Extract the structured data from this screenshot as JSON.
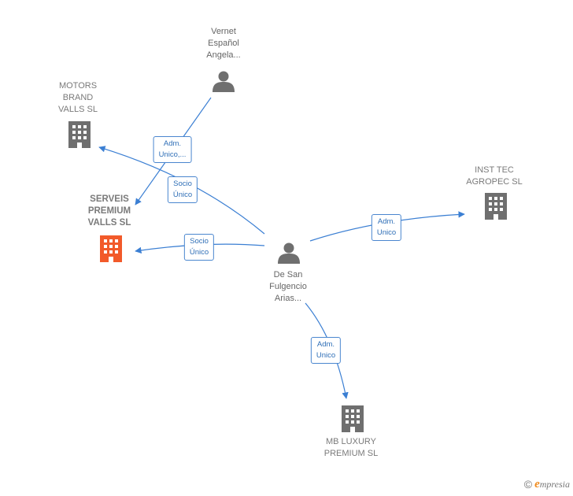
{
  "colors": {
    "edge": "#3b7fd3",
    "person": "#6f6f6f",
    "company": "#6f6f6f",
    "company_highlight": "#f25a2a"
  },
  "nodes": {
    "vernet": {
      "label": "Vernet\nEspañol\nAngela...",
      "type": "person-icon"
    },
    "motors": {
      "label": "MOTORS\nBRAND\nVALLS  SL",
      "type": "building-icon"
    },
    "serveis": {
      "label": "SERVEIS\nPREMIUM\nVALLS  SL",
      "type": "building-icon"
    },
    "center": {
      "label": "De San\nFulgencio\nArias...",
      "type": "person-icon"
    },
    "inst": {
      "label": "INST TEC\nAGROPEC  SL",
      "type": "building-icon"
    },
    "mb": {
      "label": "MB LUXURY\nPREMIUM  SL",
      "type": "building-icon"
    }
  },
  "edges": {
    "vernet_serveis": {
      "label": "Adm.\nUnico,..."
    },
    "center_motors": {
      "label": "Socio\nÚnico"
    },
    "center_serveis": {
      "label": "Socio\nÚnico"
    },
    "center_inst": {
      "label": "Adm.\nUnico"
    },
    "center_mb": {
      "label": "Adm.\nUnico"
    }
  },
  "brand": {
    "copyright": "©",
    "name_first": "e",
    "name_rest": "mpresia"
  }
}
